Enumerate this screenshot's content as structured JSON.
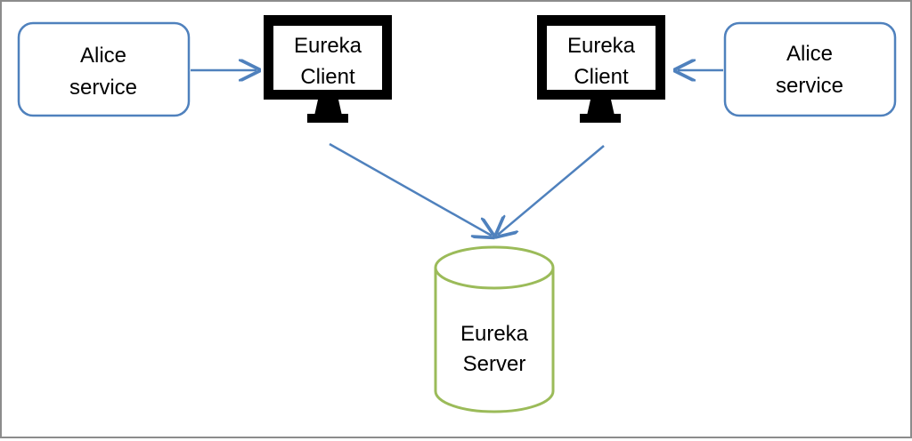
{
  "diagram": {
    "left_service": {
      "label_line1": "Alice",
      "label_line2": "service"
    },
    "right_service": {
      "label_line1": "Alice",
      "label_line2": "service"
    },
    "left_client": {
      "label_line1": "Eureka",
      "label_line2": "Client"
    },
    "right_client": {
      "label_line1": "Eureka",
      "label_line2": "Client"
    },
    "server": {
      "label_line1": "Eureka",
      "label_line2": "Server"
    },
    "colors": {
      "service_border": "#4f81bd",
      "arrow": "#4f81bd",
      "monitor": "#000000",
      "server_border": "#9bbb59"
    }
  }
}
